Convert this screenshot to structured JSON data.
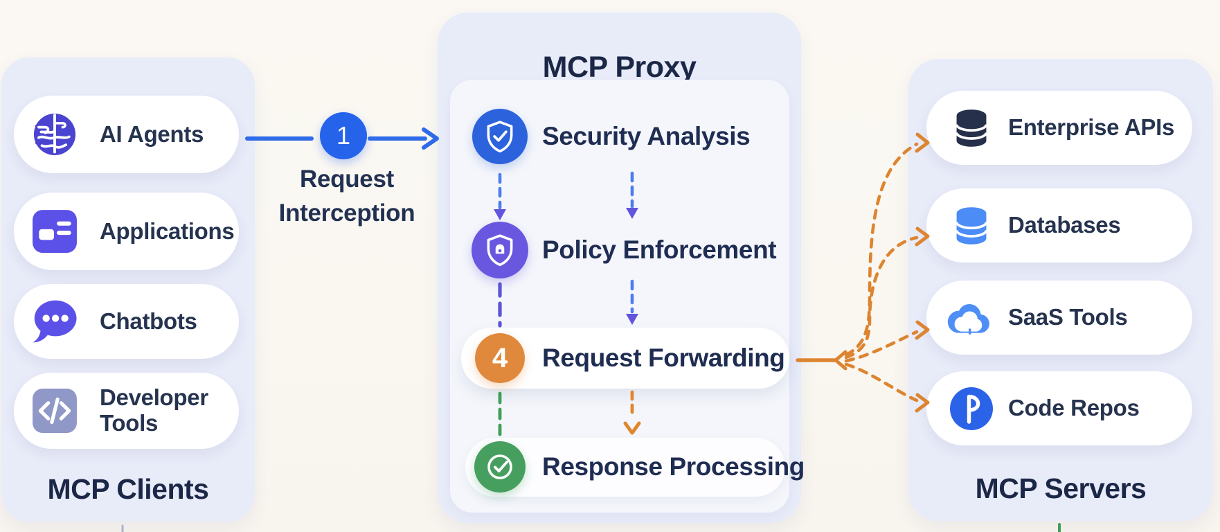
{
  "colors": {
    "page_bg": "#faf7f2",
    "panel_bg": "#e8ebf8",
    "inner_panel_bg": "#f4f6fb",
    "text_dark": "#1b2747",
    "text_label": "#26334f",
    "blue_accent": "#2563eb",
    "indigo_accent": "#5b51e8",
    "purple_accent": "#6a57e0",
    "orange_accent": "#e0893c",
    "green_accent": "#469f5e"
  },
  "clients_panel": {
    "title": "MCP Clients",
    "items": [
      {
        "label": "AI Agents",
        "icon": "brain-icon",
        "icon_color": "#4a44d0"
      },
      {
        "label": "Applications",
        "icon": "app-card-icon",
        "icon_color": "#5b51e8"
      },
      {
        "label": "Chatbots",
        "icon": "chat-bubble-icon",
        "icon_color": "#5b51e8"
      },
      {
        "label": "Developer Tools",
        "icon": "code-tag-icon",
        "icon_color": "#9098c8"
      }
    ]
  },
  "flow": {
    "step_number": "1",
    "label_line1": "Request",
    "label_line2": "Interception"
  },
  "proxy_panel": {
    "title": "MCP Proxy",
    "steps": [
      {
        "label": "Security Analysis",
        "icon": "shield-check-icon",
        "circle_color": "#2c63dd"
      },
      {
        "label": "Policy Enforcement",
        "icon": "shield-lock-icon",
        "circle_color": "#6a57e0"
      },
      {
        "label": "Request Forwarding",
        "icon": "number-4-badge",
        "badge": "4",
        "circle_color": "#e0893c"
      },
      {
        "label": "Response Processing",
        "icon": "check-circle-icon",
        "circle_color": "#469f5e"
      }
    ]
  },
  "servers_panel": {
    "title": "MCP Servers",
    "items": [
      {
        "label": "Enterprise APIs",
        "icon": "database-dark-icon",
        "icon_color": "#27304a"
      },
      {
        "label": "Databases",
        "icon": "database-blue-icon",
        "icon_color": "#4b8cf7"
      },
      {
        "label": "SaaS Tools",
        "icon": "cloud-icon",
        "icon_color": "#4e8ef7"
      },
      {
        "label": "Code Repos",
        "icon": "code-repo-p-icon",
        "icon_color": "#2b63e8"
      }
    ]
  }
}
